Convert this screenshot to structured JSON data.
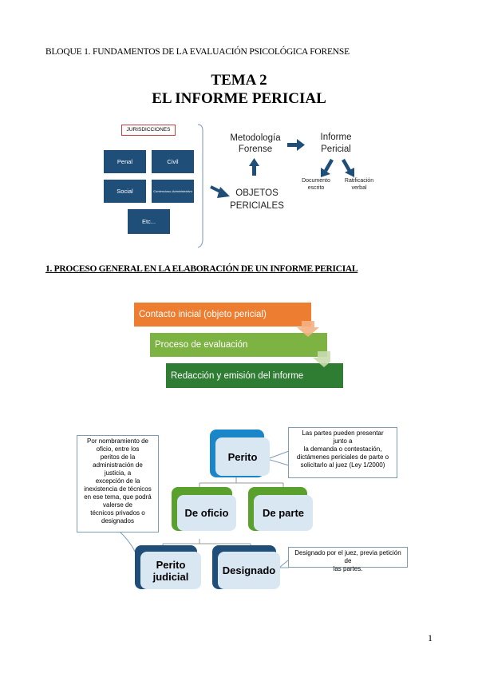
{
  "header": "BLOQUE 1. FUNDAMENTOS DE LA EVALUACIÓN PSICOLÓGICA FORENSE",
  "title_line1": "TEMA 2",
  "title_line2": "EL INFORME PERICIAL",
  "diagram1": {
    "jurisdicciones_label": "JURISDICCIONES",
    "boxes": [
      "Penal",
      "Civil",
      "Social",
      "Contencioso-Administrativo",
      "Etc..."
    ],
    "metodologia": [
      "Metodología",
      "Forense"
    ],
    "objetos": [
      "OBJETOS",
      "PERICIALES"
    ],
    "informe": [
      "Informe",
      "Pericial"
    ],
    "documento": [
      "Documento",
      "escrito"
    ],
    "ratificacion": [
      "Ratificación",
      "verbal"
    ],
    "colors": {
      "box": "#1f4e79",
      "arrow": "#1f4e79"
    }
  },
  "section1_title": "1. PROCESO GENERAL EN LA ELABORACIÓN DE UN INFORME PERICIAL",
  "process": {
    "steps": [
      "Contacto inicial (objeto pericial)",
      "Proceso de evaluación",
      "Redacción y emisión del informe"
    ],
    "colors": [
      "#ed7d31",
      "#7cb342",
      "#2e7d32"
    ]
  },
  "diagram2": {
    "perito": "Perito",
    "de_oficio": "De oficio",
    "de_parte": "De parte",
    "perito_judicial": [
      "Perito",
      "judicial"
    ],
    "designado": "Designado",
    "callout_left": [
      "Por nombramiento de",
      "oficio, entre los",
      "peritos de la",
      "administración de",
      "justicia, a",
      "excepción de la",
      "inexistencia de técnicos",
      "en ese tema, que podrá",
      "valerse de",
      "técnicos privados o",
      "designados"
    ],
    "callout_right_top": [
      "Las partes pueden presentar",
      "junto a",
      "la demanda o contestación,",
      "dictámenes periciales de parte o",
      "solicitarlo al juez (Ley 1/2000)"
    ],
    "callout_right_bottom": [
      "Designado por el juez, previa petición de",
      "las partes."
    ],
    "colors": {
      "perito": "#1a86c8",
      "green": "#5aa02c",
      "navy": "#1f4e79"
    }
  },
  "page_number": "1"
}
